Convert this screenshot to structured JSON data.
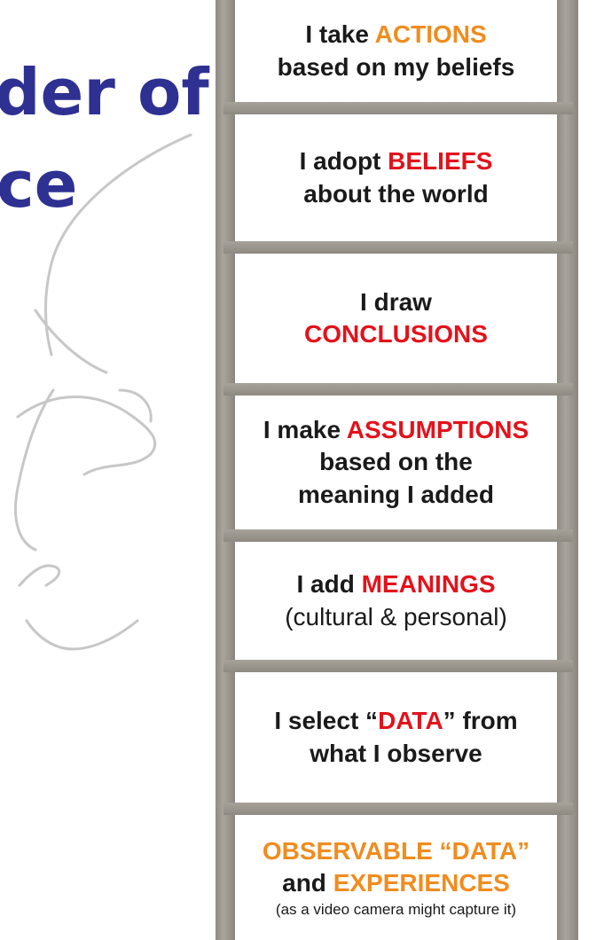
{
  "title": {
    "line1": "der of",
    "line2": "ce"
  },
  "rungs": [
    {
      "pre": "I take ",
      "key": "ACTIONS",
      "line2": "based on my beliefs"
    },
    {
      "pre": "I adopt ",
      "key": "BELIEFS",
      "line2": "about the world"
    },
    {
      "pre": "I draw",
      "key": "CONCLUSIONS"
    },
    {
      "pre": "I make ",
      "key": "ASSUMPTIONS",
      "line2": "based on the",
      "line3": "meaning I added"
    },
    {
      "pre": "I add ",
      "key": "MEANINGS",
      "line2": "(cultural & personal)"
    },
    {
      "pre": "I select “",
      "key": "DATA",
      "post": "” from",
      "line2": "what I observe"
    },
    {
      "key": "OBSERVABLE “DATA”",
      "line2_pre": "and ",
      "line2_key": "EXPERIENCES",
      "line3": "(as a video camera might capture it)"
    }
  ],
  "colors": {
    "accent_red": "#e3121b",
    "accent_orange": "#f08c1e",
    "title_blue": "#2e3092"
  }
}
